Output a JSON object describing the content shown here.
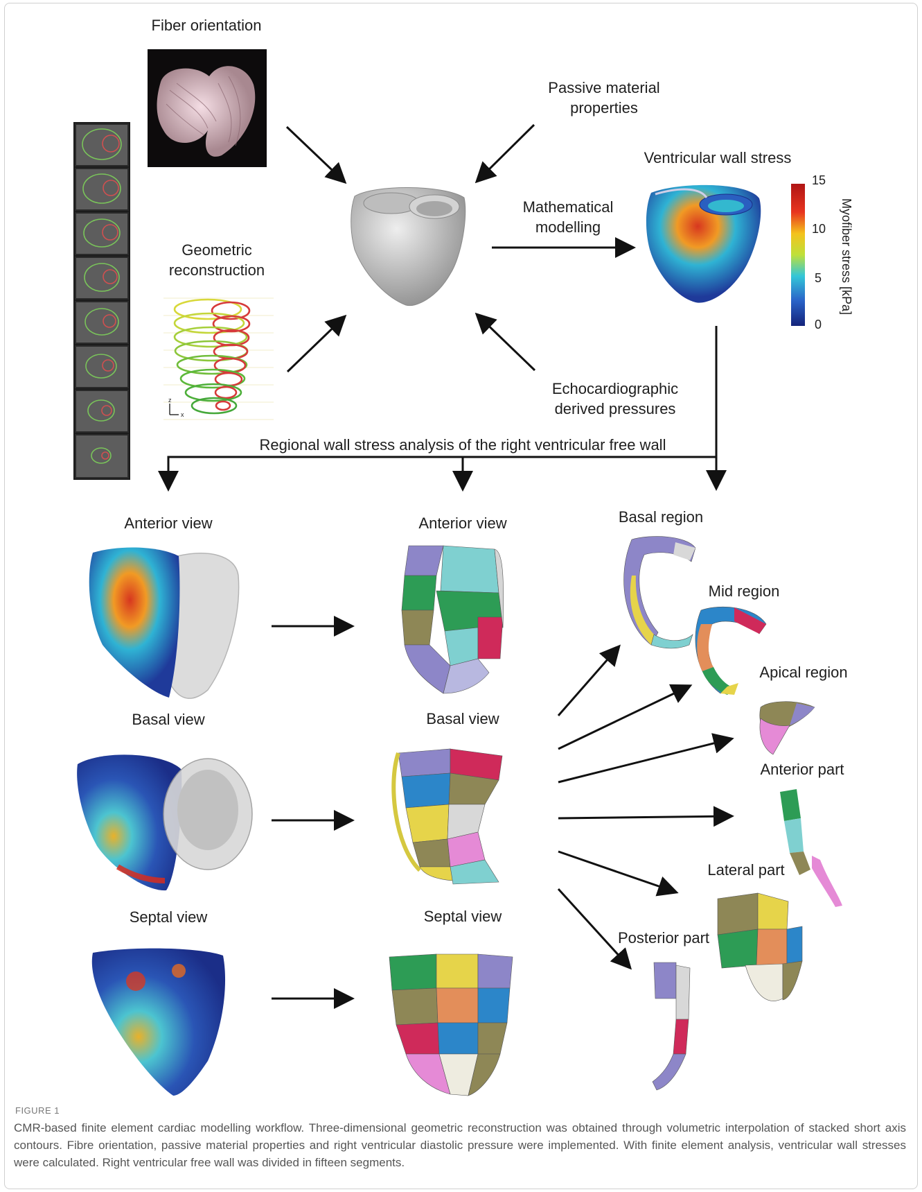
{
  "labels": {
    "fiber_orientation": "Fiber orientation",
    "passive_material_1": "Passive material",
    "passive_material_2": "properties",
    "ventricular_wall_stress": "Ventricular wall stress",
    "mathematical_1": "Mathematical",
    "mathematical_2": "modelling",
    "geometric_1": "Geometric",
    "geometric_2": "reconstruction",
    "echo_1": "Echocardiographic",
    "echo_2": "derived pressures",
    "regional": "Regional wall stress analysis of the right ventricular free wall",
    "anterior_view_left": "Anterior view",
    "anterior_view_mid": "Anterior view",
    "basal_view_left": "Basal view",
    "basal_view_mid": "Basal view",
    "septal_view_left": "Septal view",
    "septal_view_mid": "Septal view",
    "basal_region": "Basal region",
    "mid_region": "Mid region",
    "apical_region": "Apical region",
    "anterior_part": "Anterior part",
    "lateral_part": "Lateral part",
    "posterior_part": "Posterior part"
  },
  "axis_labels": {
    "z": "z",
    "x": "x"
  },
  "colorbar": {
    "title": "Myofiber stress [kPa]",
    "ticks": [
      "15",
      "10",
      "5",
      "0"
    ],
    "min": 0,
    "max": 15
  },
  "caption": {
    "heading": "FIGURE 1",
    "text": "CMR-based finite element cardiac modelling workflow. Three-dimensional geometric reconstruction was obtained through volumetric interpolation of stacked short axis contours. Fibre orientation, passive material properties and right ventricular diastolic pressure were implemented. With finite element analysis, ventricular wall stresses were calculated. Right ventricular free wall was divided in fifteen segments."
  },
  "colors": {
    "stress_low": "#1f3a9a",
    "stress_mid": "#2fb8d8",
    "stress_high": "#d42a1f",
    "segment_purple": "#8d86c8",
    "segment_green": "#2d9c55",
    "segment_yellow": "#e6d44a",
    "segment_teal": "#7fd0d0",
    "segment_magenta": "#cf2a5a",
    "segment_orange": "#e38e5a",
    "segment_blue": "#2c86c9",
    "segment_pink": "#e58ad6",
    "segment_olive": "#8e8756"
  }
}
